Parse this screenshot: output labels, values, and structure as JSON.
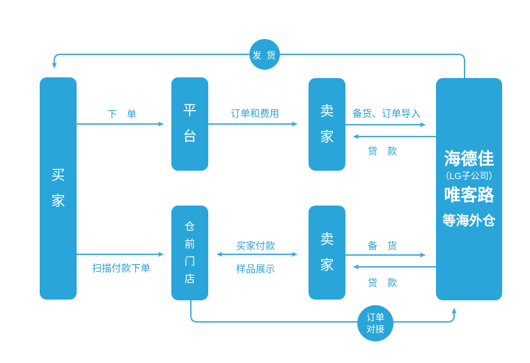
{
  "diagram": {
    "type": "flowchart",
    "colors": {
      "background": "#ffffff",
      "node_fill": "#29a5da",
      "node_text": "#ffffff",
      "line": "#45a9dc",
      "edge_label_text": "#2e9fd4"
    },
    "nodes": {
      "buyer": {
        "label": "买\n家"
      },
      "platform": {
        "label": "平\n台"
      },
      "seller_top": {
        "label": "卖\n家"
      },
      "store": {
        "label": "仓\n前\n门\n店"
      },
      "seller_bottom": {
        "label": "卖\n家"
      },
      "overseas": {
        "line1": "海德佳",
        "line2": "（LG子公司）",
        "line3": "唯客路",
        "line4": "等海外仓"
      }
    },
    "badges": {
      "ship": "发 货",
      "order_docking": "订单\n对接"
    },
    "edges": {
      "place_order": "下　单",
      "order_and_fees": "订单和费用",
      "stock_order_import": "备货、订单导入",
      "payment_top": "贷　款",
      "scan_pay_order": "扫描付款下单",
      "buyer_payment": "买家付款",
      "sample_display": "样品展示",
      "stock_bottom": "备　货",
      "payment_bottom": "贷　款"
    }
  }
}
